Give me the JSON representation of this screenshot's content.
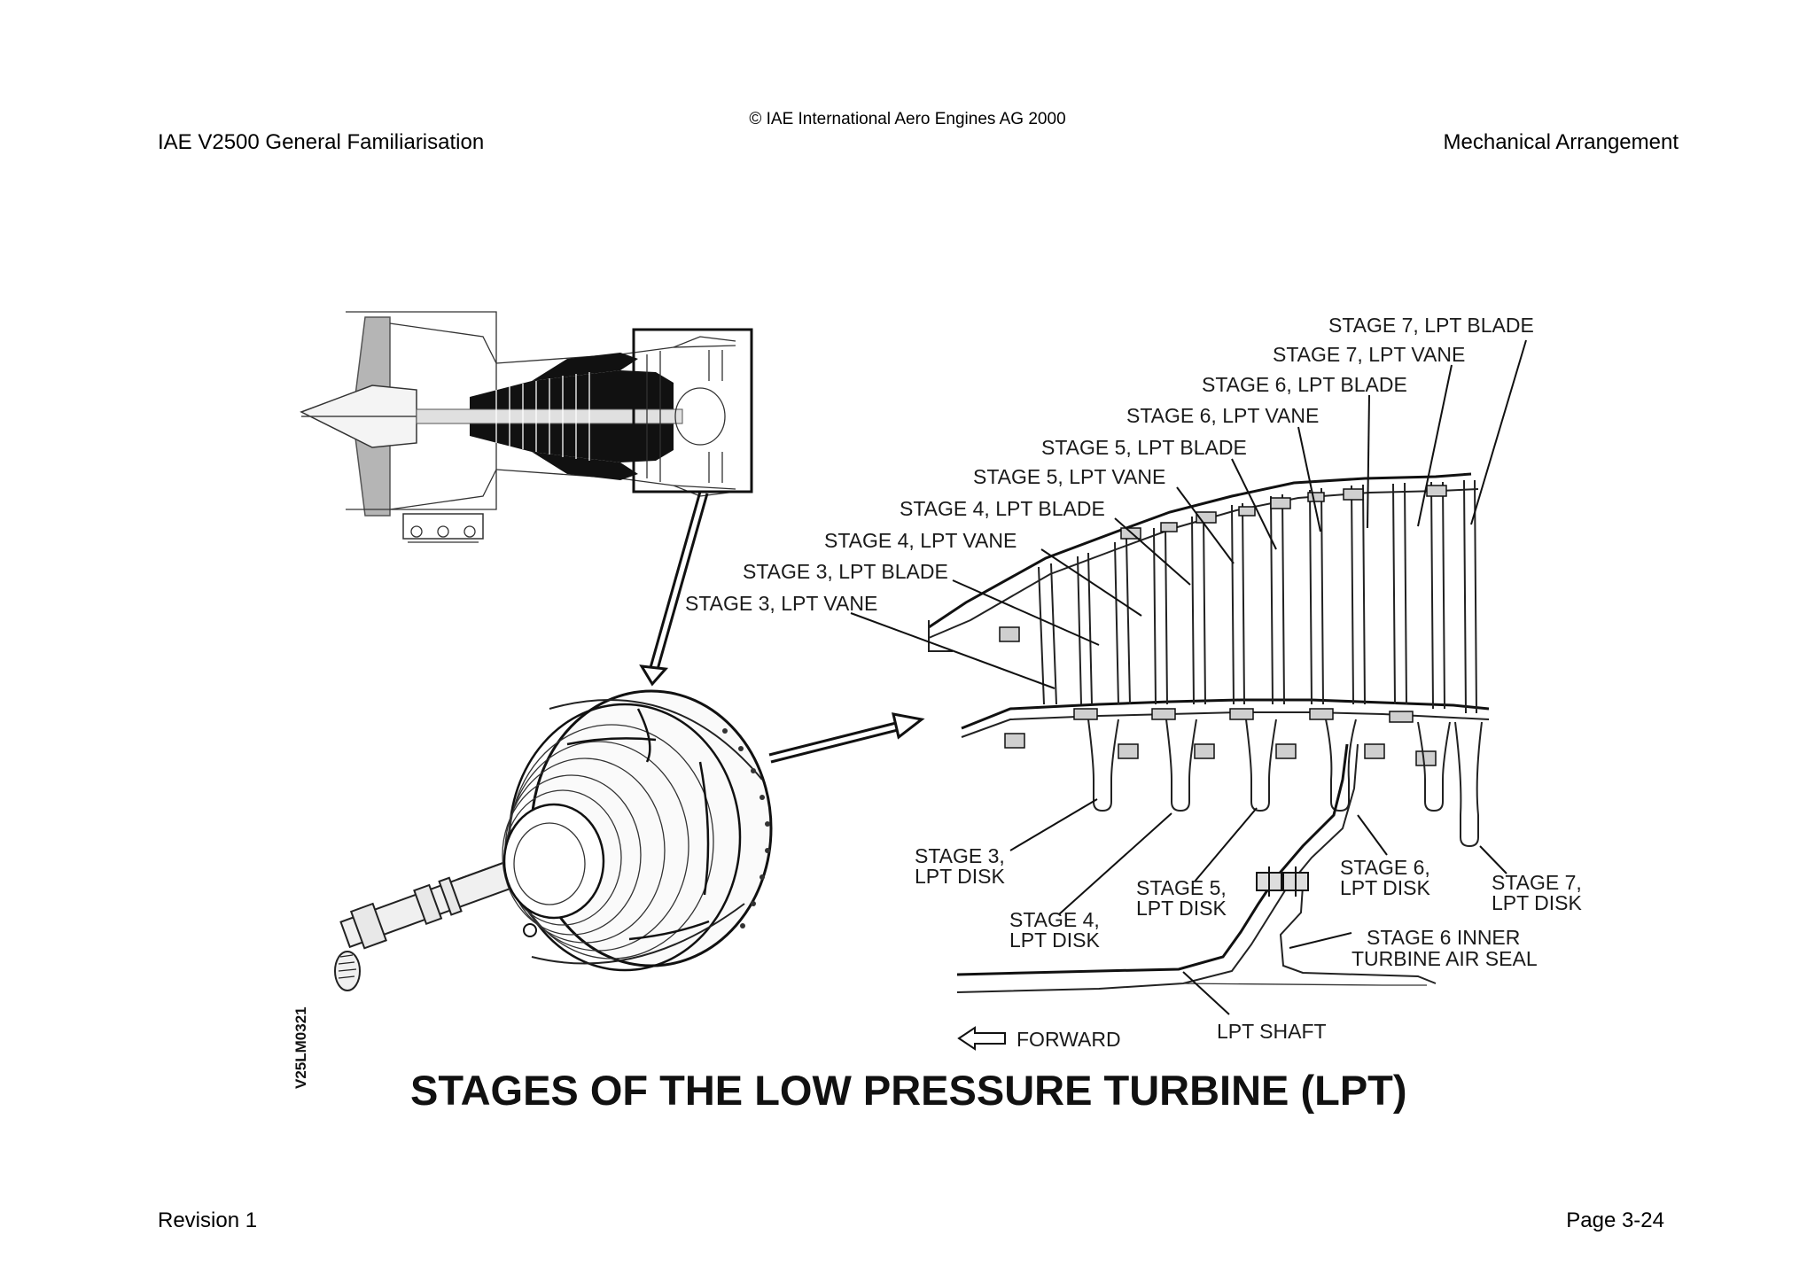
{
  "header": {
    "copyright": "© IAE International Aero Engines AG 2000",
    "doc_title": "IAE V2500 General Familiarisation",
    "section_title": "Mechanical Arrangement"
  },
  "footer": {
    "revision": "Revision 1",
    "page": "Page 3-24"
  },
  "figure": {
    "title": "STAGES OF THE LOW PRESSURE TURBINE (LPT)",
    "code": "V25LM0321",
    "direction_label": "FORWARD",
    "labels": {
      "s7_blade": "STAGE 7, LPT BLADE",
      "s7_vane": "STAGE 7, LPT VANE",
      "s6_blade": "STAGE 6, LPT BLADE",
      "s6_vane": "STAGE 6, LPT VANE",
      "s5_blade": "STAGE 5, LPT BLADE",
      "s5_vane": "STAGE 5, LPT VANE",
      "s4_blade": "STAGE 4, LPT BLADE",
      "s4_vane": "STAGE 4, LPT VANE",
      "s3_blade": "STAGE 3, LPT BLADE",
      "s3_vane": "STAGE 3, LPT VANE",
      "s3_disk_1": "STAGE 3,",
      "s3_disk_2": "LPT DISK",
      "s4_disk_1": "STAGE 4,",
      "s4_disk_2": "LPT DISK",
      "s5_disk_1": "STAGE 5,",
      "s5_disk_2": "LPT DISK",
      "s6_disk_1": "STAGE 6,",
      "s6_disk_2": "LPT DISK",
      "s7_disk_1": "STAGE 7,",
      "s7_disk_2": "LPT DISK",
      "seal_1": "STAGE 6 INNER",
      "seal_2": "TURBINE AIR SEAL",
      "shaft": "LPT SHAFT"
    }
  }
}
